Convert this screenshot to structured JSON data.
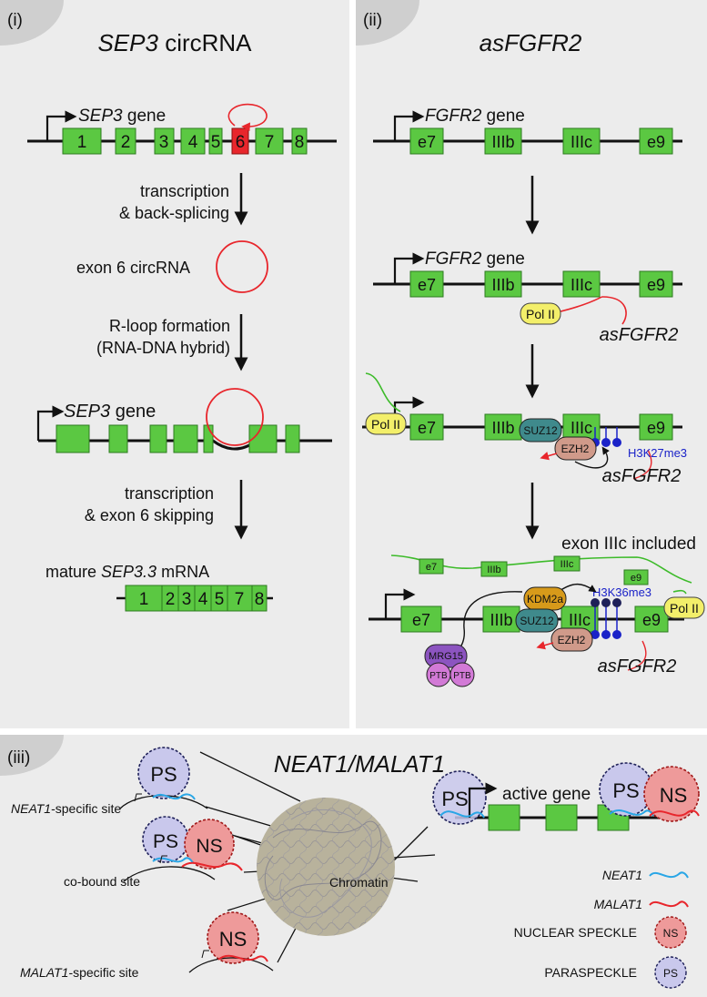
{
  "panel_i": {
    "id": "(i)",
    "title_italic": "SEP3",
    "title_rest": " circRNA",
    "gene_italic": "SEP3",
    "gene_rest": " gene",
    "exons": [
      "1",
      "2",
      "3",
      "4",
      "5",
      "6",
      "7",
      "8"
    ],
    "step1_line1": "transcription",
    "step1_line2": "& back-splicing",
    "circ_label": "exon 6 circRNA",
    "step2_line1": "R-loop formation",
    "step2_line2": "(RNA-DNA hybrid)",
    "gene2_italic": "SEP3",
    "gene2_rest": " gene",
    "step3_line1": "transcription",
    "step3_line2": "& exon 6 skipping",
    "mrna_prefix": "mature ",
    "mrna_italic": "SEP3.3",
    "mrna_suffix": " mRNA",
    "mrna_exons": [
      "1",
      "2",
      "3",
      "4",
      "5",
      "7",
      "8"
    ]
  },
  "panel_ii": {
    "id": "(ii)",
    "title": "asFGFR2",
    "gene_italic": "FGFR2",
    "gene_rest": " gene",
    "exons": [
      "e7",
      "IIIb",
      "IIIc",
      "e9"
    ],
    "pol2": "Pol II",
    "as_label": "asFGFR2",
    "suz12": "SUZ12",
    "ezh2": "EZH2",
    "h3k27": "H3K27me3",
    "included": "exon IIIc included",
    "kdm2a": "KDM2a",
    "h3k36": "H3K36me3",
    "mrg15": "MRG15",
    "ptb": "PTB"
  },
  "panel_iii": {
    "id": "(iii)",
    "title": "NEAT1/MALAT1",
    "ps": "PS",
    "ns": "NS",
    "neat1_site_italic": "NEAT1",
    "neat1_site_rest": "-specific site",
    "cobound": "co-bound site",
    "malat1_site_italic": "MALAT1",
    "malat1_site_rest": "-specific site",
    "chromatin": "Chromatin",
    "active_gene": "active gene",
    "legend": {
      "neat1": "NEAT1",
      "malat1": "MALAT1",
      "speckle": "NUCLEAR SPECKLE",
      "paraspeckle": "PARASPECKLE"
    }
  },
  "colors": {
    "exon": "#5bc842",
    "exon_stroke": "#2d7a1f",
    "red": "#e8262c",
    "pol2": "#f3ef6a",
    "suz12": "#3f8a8c",
    "ezh2": "#d09a8a",
    "kdm2a": "#d79a1a",
    "mrg15": "#8c54c0",
    "ptb": "#d27ad6",
    "mark": "#1a22c8",
    "neat1": "#29a6e6",
    "malat1": "#e8262c",
    "ps": "#c9c8ec",
    "ns": "#ee9a9a",
    "chromatin": "#b8b29c",
    "panel_bg": "#ececec"
  }
}
